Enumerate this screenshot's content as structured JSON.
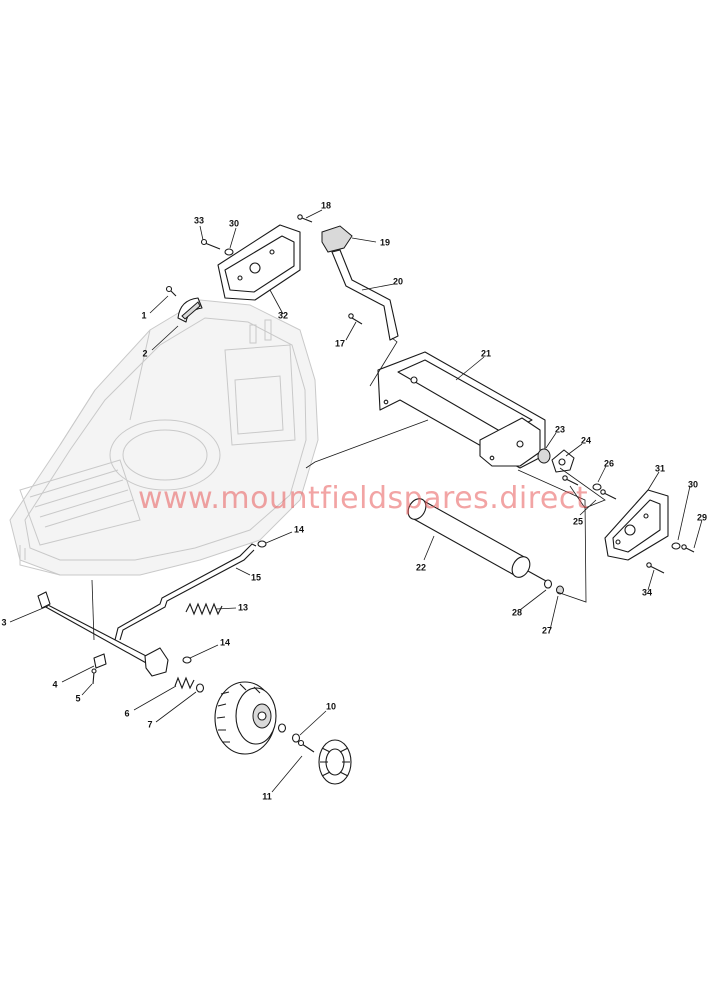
{
  "watermark": "www.mountfieldspares.direct",
  "callouts": [
    "1",
    "2",
    "3",
    "4",
    "5",
    "6",
    "7",
    "10",
    "11",
    "13",
    "14",
    "14",
    "15",
    "17",
    "18",
    "19",
    "20",
    "21",
    "22",
    "23",
    "24",
    "25",
    "26",
    "27",
    "28",
    "29",
    "30",
    "30",
    "31",
    "32",
    "33",
    "34"
  ]
}
